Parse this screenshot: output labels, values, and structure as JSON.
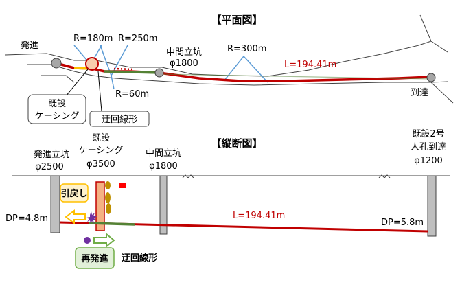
{
  "plan": {
    "title": "【平面図】",
    "start_label": "発進",
    "r180": "R=180m",
    "r250": "R=250m",
    "r60": "R=60m",
    "r300": "R=300m",
    "mid_shaft_1": "中間立坑",
    "mid_shaft_2": "φ1800",
    "length": "L=194.41m",
    "arrival": "到達",
    "callout_casing_1": "既設",
    "callout_casing_2": "ケーシング",
    "callout_detour": "迂回線形"
  },
  "section": {
    "title": "【縦断図】",
    "start_shaft_1": "発進立坑",
    "start_shaft_2": "φ2500",
    "casing_1": "既設",
    "casing_2": "ケーシング",
    "casing_3": "φ3500",
    "mid_shaft_1": "中間立坑",
    "mid_shaft_2": "φ1800",
    "manhole_1": "既設2号",
    "manhole_2": "人孔到達",
    "manhole_3": "φ1200",
    "dp_left": "DP=4.8m",
    "dp_right": "DP=5.8m",
    "length": "L=194.41m",
    "pullback": "引戻し",
    "restart": "再発進",
    "detour": "迂回線形"
  },
  "colors": {
    "route_red": "#c00000",
    "detour_green": "#548235",
    "leader_blue": "#5b9bd5",
    "yellow_box": "#fff2cc",
    "green_box": "#e2f0d9",
    "orange_arrow": "#ffc000",
    "green_arrow": "#70ad47",
    "casing_fill": "#f4b183",
    "shaft_gray": "#bfbfbf",
    "purple": "#7030a0"
  }
}
